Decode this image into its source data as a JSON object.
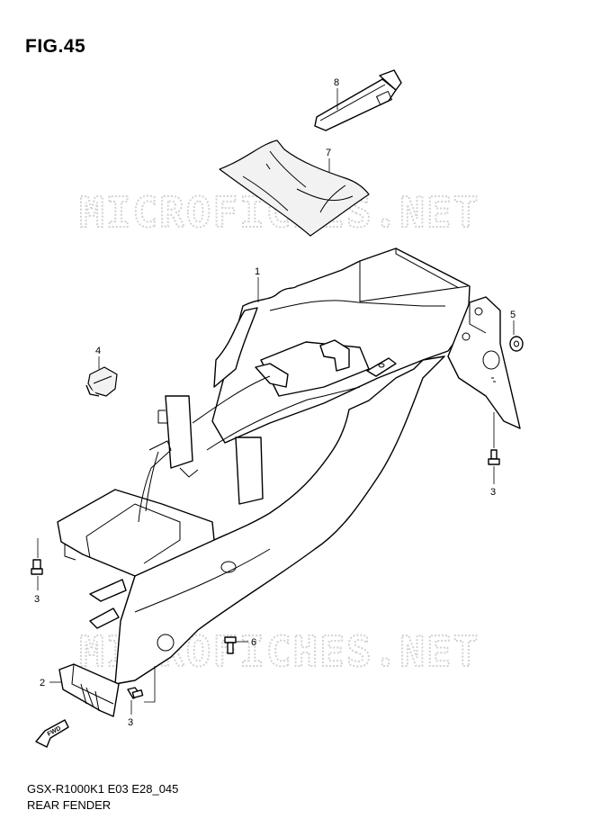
{
  "figure": {
    "title": "FIG.45",
    "code": "GSX-R1000K1 E03 E28_045",
    "name": "REAR FENDER"
  },
  "watermark": {
    "text": "MICROFICHES.NET"
  },
  "forward_label": "FWD",
  "callouts": [
    {
      "id": "8",
      "label": "8"
    },
    {
      "id": "7",
      "label": "7"
    },
    {
      "id": "1",
      "label": "1"
    },
    {
      "id": "5",
      "label": "5"
    },
    {
      "id": "4",
      "label": "4"
    },
    {
      "id": "3a",
      "label": "3"
    },
    {
      "id": "3b",
      "label": "3"
    },
    {
      "id": "6",
      "label": "6"
    },
    {
      "id": "2",
      "label": "2"
    },
    {
      "id": "3c",
      "label": "3"
    }
  ]
}
